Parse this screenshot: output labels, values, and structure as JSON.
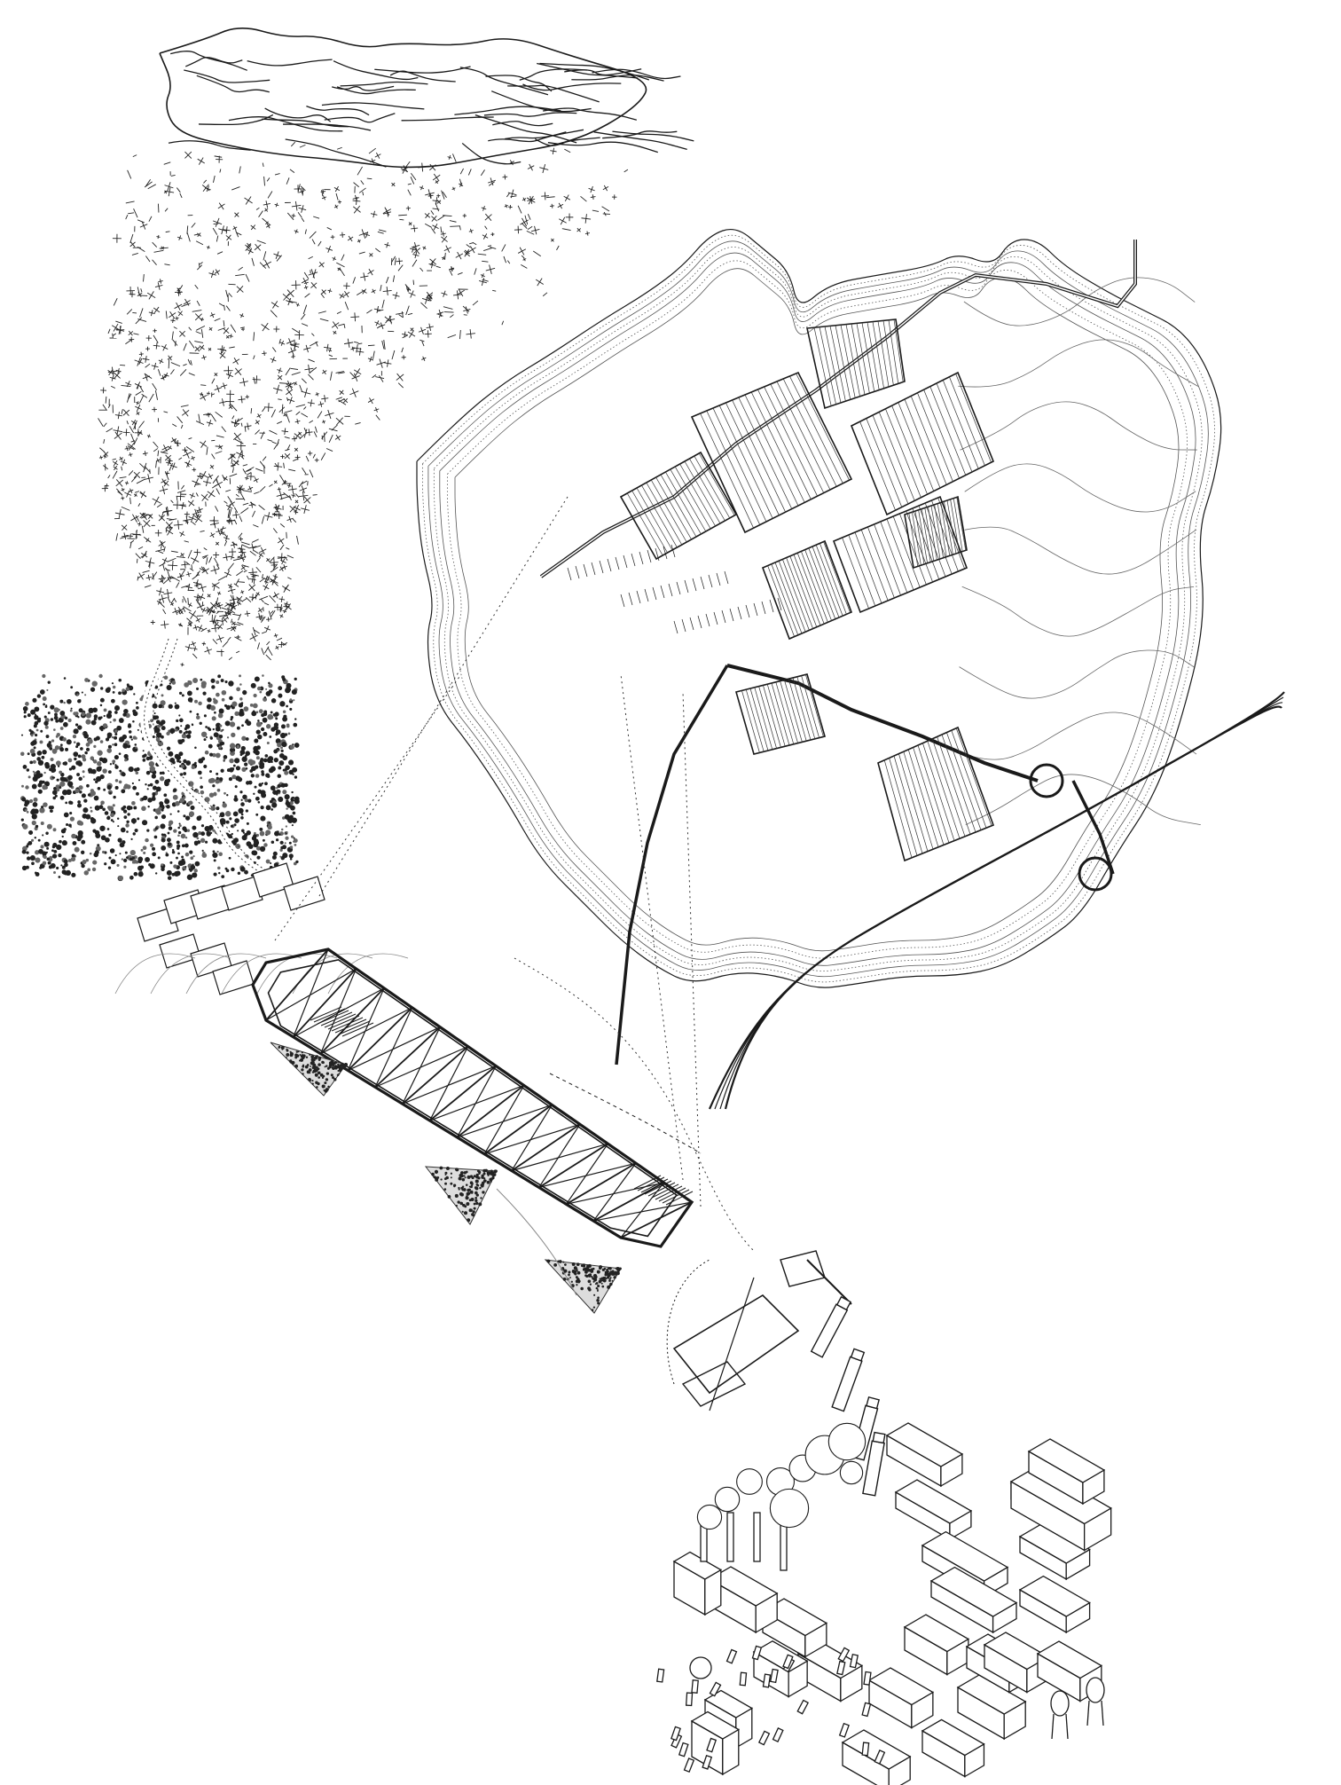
{
  "drawing": {
    "layers": [
      {
        "id": "mountain-ridge",
        "kind": "terrain-linework"
      },
      {
        "id": "forest-scatter",
        "kind": "vegetation-scatter"
      },
      {
        "id": "dense-forest-valley",
        "kind": "vegetation-scatter"
      },
      {
        "id": "site-plan",
        "kind": "contour-plan"
      },
      {
        "id": "pavilion-axonometric",
        "kind": "axonometric-building"
      },
      {
        "id": "loading-dock",
        "kind": "axonometric-building"
      },
      {
        "id": "truck-sequence",
        "kind": "vehicles"
      },
      {
        "id": "industrial-town",
        "kind": "axonometric-cluster"
      }
    ],
    "colors": {
      "line": "#1a1a1a",
      "hatch": "#444444",
      "paper": "#ffffff"
    }
  }
}
